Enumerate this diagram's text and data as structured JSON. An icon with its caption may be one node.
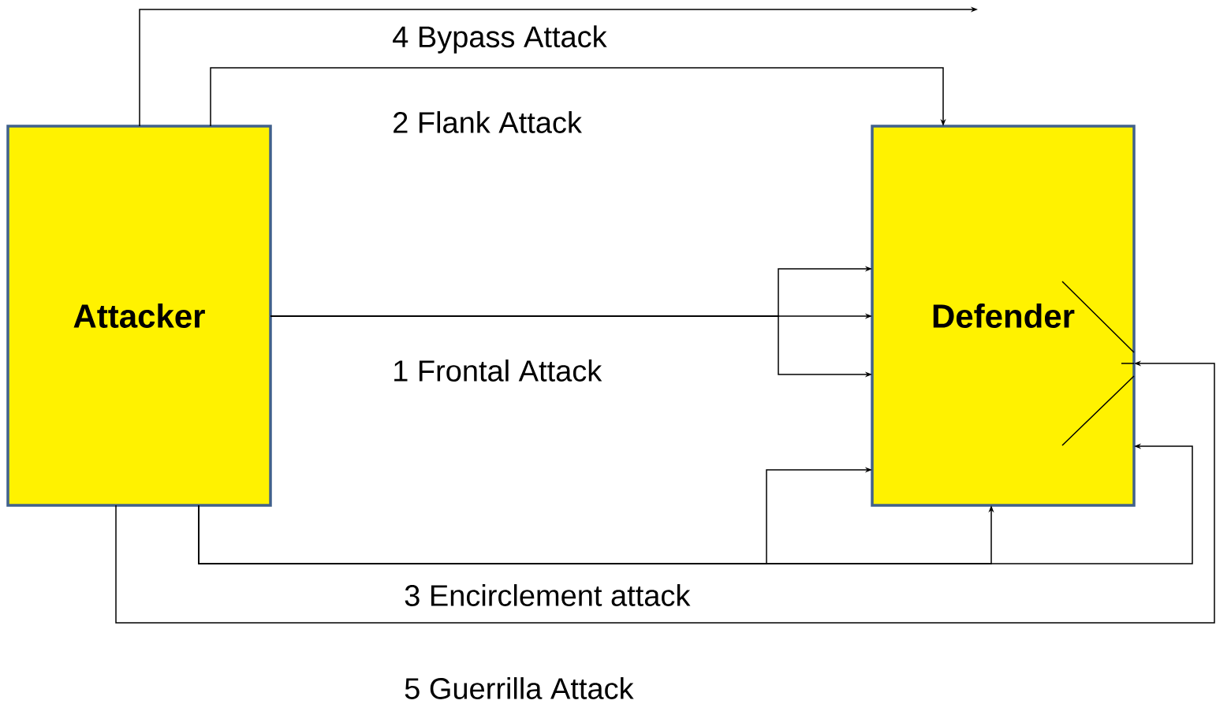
{
  "diagram": {
    "nodes": [
      {
        "text": [
          "Attacker"
        ]
      },
      {
        "text": [
          "Defender"
        ]
      },
      {
        "text": [],
        "shape": "picture",
        "in": 1
      }
    ],
    "edges": [
      {
        "from": 0,
        "to": null,
        "arrow": "to",
        "label": "4 Bypass Attack"
      },
      {
        "from": 0,
        "to": 1,
        "arrow": "to",
        "label": "2 Flank Attack"
      },
      {
        "from": 0,
        "to": 1,
        "arrow": "to"
      },
      {
        "from": 0,
        "to": 1,
        "arrow": "to",
        "label": "1 Frontal Attack"
      },
      {
        "from": 0,
        "to": 1,
        "arrow": "to"
      },
      {
        "from": 0,
        "to": 1,
        "arrow": "to",
        "label": "3 Encirclement attack"
      },
      {
        "from": 0,
        "to": 1,
        "arrow": "to"
      },
      {
        "from": 0,
        "to": 1,
        "arrow": "to"
      },
      {
        "from": 0,
        "to": 2,
        "arrow": "to",
        "label": "5 Guerrilla Attack"
      }
    ]
  }
}
